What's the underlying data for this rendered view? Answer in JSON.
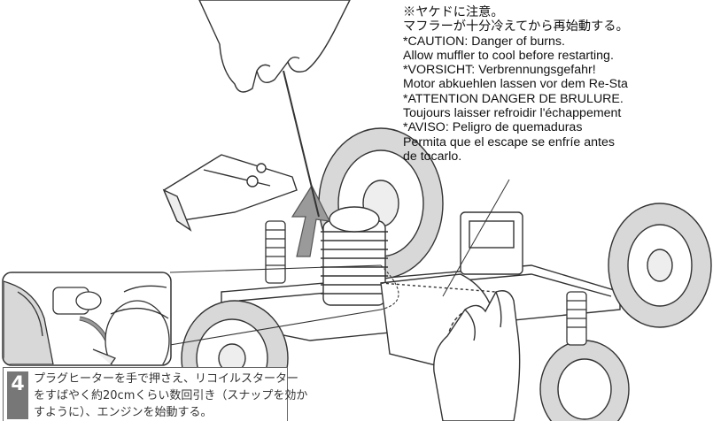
{
  "caution": {
    "lines": [
      "※ヤケドに注意。",
      "  マフラーが十分冷えてから再始動する。",
      "*CAUTION: Danger of burns.",
      "  Allow muffler to cool before restarting.",
      "*VORSICHT: Verbrennungsgefahr!",
      "  Motor abkuehlen lassen vor dem Re-Sta",
      "*ATTENTION DANGER DE BRULURE.",
      "  Toujours laisser refroidir l'échappement",
      "*AVISO: Peligro de quemaduras",
      "  Permita que el escape se enfríe antes",
      "  de tocarlo."
    ]
  },
  "step": {
    "number": "4",
    "lines": [
      "プラグヒーターを手で押さえ、リコイルスターター",
      "をすばやく約20cmくらい数回引き（スナップを効か",
      "すように）、エンジンを始動する。"
    ]
  },
  "colors": {
    "line": "#333333",
    "tire": "#d8d8d8",
    "arrow": "#9a9a9a",
    "step_badge": "#777777"
  }
}
